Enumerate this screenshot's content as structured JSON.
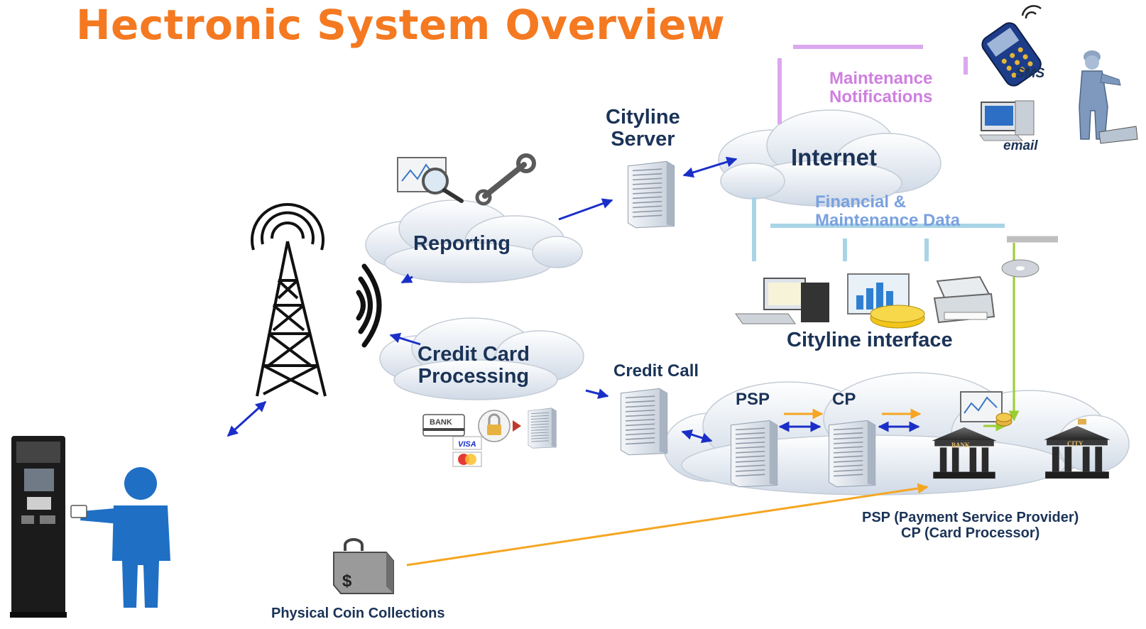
{
  "title": "Hectronic System Overview",
  "labels": {
    "cityline_server": "Cityline\nServer",
    "internet": "Internet",
    "maintenance_notifications": "Maintenance\nNotifications",
    "sms": "SMS",
    "email": "email",
    "reporting": "Reporting",
    "financial_data": "Financial &\nMaintenance Data",
    "cityline_interface": "Cityline interface",
    "credit_card_processing": "Credit Card\nProcessing",
    "credit_call": "Credit Call",
    "psp": "PSP",
    "cp": "CP",
    "psp_cp_legend": "PSP (Payment Service Provider)\nCP (Card Processor)",
    "physical_coin": "Physical Coin Collections",
    "bank_card": "BANK",
    "visa": "VISA",
    "bank_building": "BANK",
    "city_building": "CITY"
  },
  "colors": {
    "title": "#f47921",
    "labels": "#1b3357",
    "arrows": "#1a2fc8",
    "financial_lines": "#a8d4e6",
    "maintenance_lines": "#dba8ee",
    "coin_arrow": "#f5a623",
    "green_arrow": "#9acd32",
    "person": "#1f6fc4"
  }
}
